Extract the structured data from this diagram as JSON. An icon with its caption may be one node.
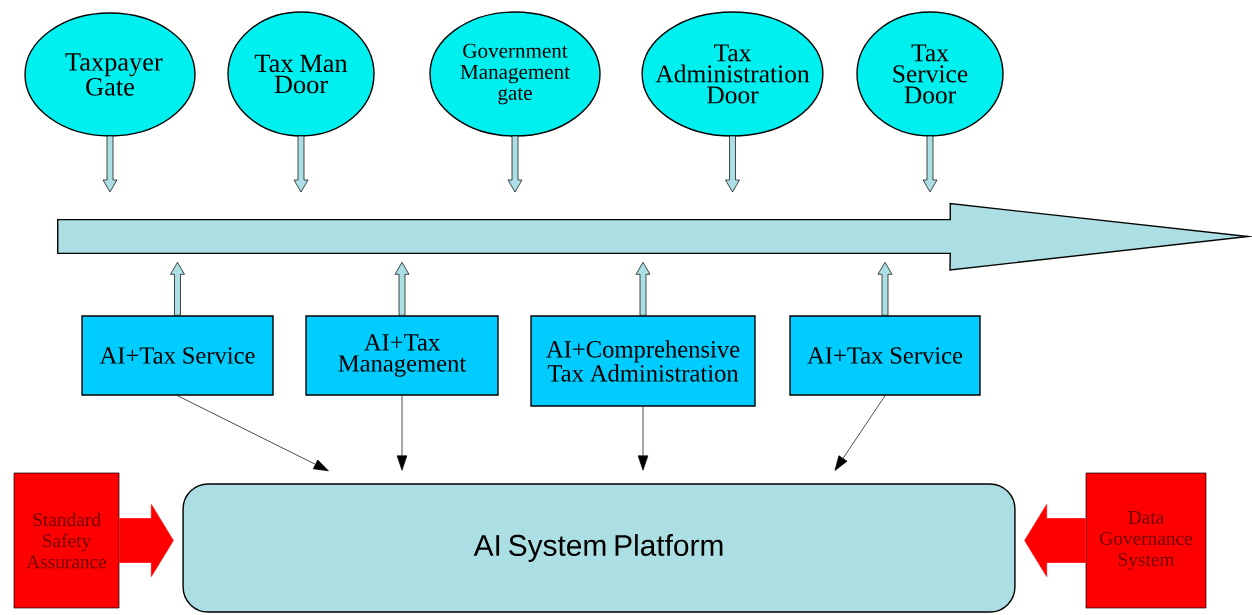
{
  "diagram": {
    "nodes": [
      {
        "text": [
          "Taxpayer Gate"
        ]
      },
      {
        "text": [
          "Tax Man Door"
        ]
      },
      {
        "text": [
          "Government Management gate"
        ]
      },
      {
        "text": [
          "Tax Administration Door"
        ]
      },
      {
        "text": [
          "Tax Service Door"
        ]
      },
      {
        "text": [],
        "shape": "arrow"
      },
      {
        "text": [
          "AI+Tax Service"
        ]
      },
      {
        "text": [
          "AI+Tax Management"
        ]
      },
      {
        "text": [
          "AI+Comprehensive Tax Administration"
        ]
      },
      {
        "text": [
          "AI+Tax Service"
        ]
      },
      {
        "text": [
          "Standard Safety Assurance"
        ]
      },
      {
        "text": [
          "AI System Platform"
        ]
      },
      {
        "text": [
          "Data Governance System"
        ]
      }
    ],
    "edges": [
      {
        "from": 0,
        "to": 5,
        "arrow": "to",
        "style": "thick"
      },
      {
        "from": 1,
        "to": 5,
        "arrow": "to",
        "style": "thick"
      },
      {
        "from": 2,
        "to": 5,
        "arrow": "to",
        "style": "thick"
      },
      {
        "from": 3,
        "to": 5,
        "arrow": "to",
        "style": "thick"
      },
      {
        "from": 4,
        "to": 5,
        "arrow": "to",
        "style": "thick"
      },
      {
        "from": 6,
        "to": 5,
        "arrow": "to",
        "style": "thick"
      },
      {
        "from": 7,
        "to": 5,
        "arrow": "to",
        "style": "thick"
      },
      {
        "from": 8,
        "to": 5,
        "arrow": "to",
        "style": "thick"
      },
      {
        "from": 9,
        "to": 5,
        "arrow": "to",
        "style": "thick"
      },
      {
        "from": 6,
        "to": 11,
        "arrow": "to"
      },
      {
        "from": 7,
        "to": 11,
        "arrow": "to"
      },
      {
        "from": 8,
        "to": 11,
        "arrow": "to"
      },
      {
        "from": 9,
        "to": 11,
        "arrow": "to"
      },
      {
        "from": 10,
        "to": 11,
        "arrow": "to",
        "style": "thick",
        "color": "#ff0000"
      },
      {
        "from": 12,
        "to": 11,
        "arrow": "to",
        "style": "thick",
        "color": "#ff0000"
      }
    ]
  }
}
